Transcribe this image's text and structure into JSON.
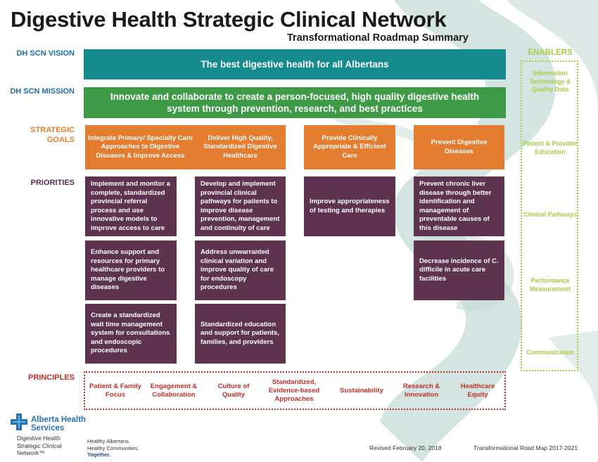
{
  "header": {
    "title": "Digestive Health Strategic Clinical Network",
    "subtitle": "Transformational Roadmap Summary"
  },
  "labels": {
    "vision": "DH SCN VISION",
    "mission": "DH SCN MISSION",
    "goals": "STRATEGIC GOALS",
    "priorities": "PRIORITIES",
    "principles": "PRINCIPLES"
  },
  "vision": "The best digestive health for all Albertans",
  "mission": "Innovate and collaborate to create a person-focused, high quality digestive health system through prevention, research, and best practices",
  "goals": [
    "Integrate Primary/ Specialty Care Approaches to Digestive Diseases & Improve Access",
    "Deliver High Quality, Standardized Digestive Healthcare",
    "Provide Clinically Appropriate & Efficient Care",
    "Prevent Digestive Diseases"
  ],
  "priorities": {
    "col1": [
      "Implement and monitor a complete, standardized provincial referral process and use innovative models to improve access to care",
      "Enhance support and resources for primary healthcare providers to manage digestive diseases",
      "Create a standardized wait time management system for consultations and endoscopic procedures"
    ],
    "col2": [
      "Develop and implement provincial  clinical pathways for patients to improve disease prevention, management and continuity of care",
      "Address unwarranted clinical variation and improve quality of care for endoscopy procedures",
      "Standardized education and support for patients, families, and providers"
    ],
    "col3": [
      "Improve appropriateness of testing and therapies"
    ],
    "col4": [
      "Prevent chronic liver disease through better identification and management of preventable causes of this disease",
      "Decrease incidence of C. difficile in acute care facilities"
    ]
  },
  "enablers": {
    "title": "ENABLERS",
    "items": [
      "Information Technology & Quality Data",
      "Patient & Provider Education",
      "Clinical Pathways",
      "Performance Measurement",
      "Communication"
    ]
  },
  "principles": [
    "Patient & Family Focus",
    "Engagement & Collaboration",
    "Culture of Quality",
    "Standardized, Evidence-based Approaches",
    "Sustainability",
    "Research & Innovation",
    "Healthcare Equity"
  ],
  "footer": {
    "logo_line1": "Alberta Health",
    "logo_line2": "Services",
    "network_line1": "Digestive Health",
    "network_line2": "Strategic Clinical",
    "network_line3": "Network™",
    "tagline1": "Healthy Albertans.",
    "tagline2": "Healthy Communities.",
    "tagline3": "Together.",
    "revised": "Revised February 20, 2018",
    "roadmap": "Transformational Road Map 2017-2021"
  },
  "colors": {
    "vision": "#168b8e",
    "mission": "#3e9a47",
    "goal": "#e57d31",
    "priority": "#5e3350",
    "enabler": "#a9cb45",
    "principle": "#c0302c",
    "decor": "#c6dbd6"
  }
}
